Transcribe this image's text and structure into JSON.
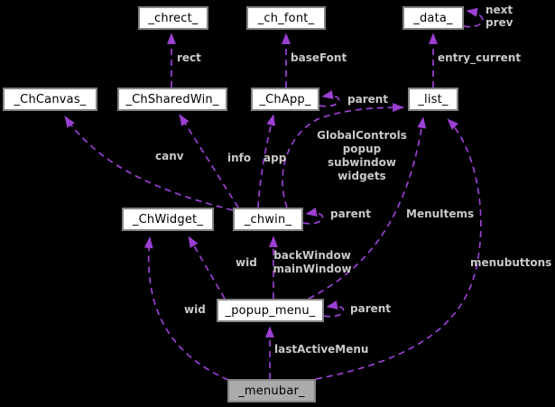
{
  "diagram": {
    "type": "collaboration-graph",
    "nodes": {
      "chrect": {
        "label": "_chrect_"
      },
      "ch_font": {
        "label": "_ch_font_"
      },
      "data": {
        "label": "_data_"
      },
      "chcanvas": {
        "label": "_ChCanvas_"
      },
      "chsharedwin": {
        "label": "_ChSharedWin_"
      },
      "chapp": {
        "label": "_ChApp_"
      },
      "list": {
        "label": "_list_"
      },
      "chwidget": {
        "label": "_ChWidget_"
      },
      "chwin": {
        "label": "_chwin_"
      },
      "popup_menu": {
        "label": "_popup_menu_"
      },
      "menubar": {
        "label": "_menubar_",
        "highlighted": true
      }
    },
    "edge_labels": {
      "rect": "rect",
      "basefont": "baseFont",
      "entry_current": "entry_current",
      "next_prev": "next\nprev",
      "parent_chapp": "parent",
      "parent_chwin": "parent",
      "parent_popup": "parent",
      "canv": "canv",
      "info": "info",
      "app": "app",
      "global_lists": "GlobalControls\npopup\nsubwindow\nwidgets",
      "menuitems": "MenuItems",
      "menubuttons": "menubuttons",
      "wid_popup": "wid",
      "wid_menubar": "wid",
      "back_main_window": "backWindow\nmainWindow",
      "lastactivemenu": "lastActiveMenu"
    },
    "colors": {
      "background": "#000000",
      "edge": "#9b40d3",
      "node_fill": "#ffffff",
      "node_border": "#848484",
      "node_text": "#000000",
      "highlight_fill": "#ababab",
      "edge_label_text": "#c9c9c9"
    }
  }
}
